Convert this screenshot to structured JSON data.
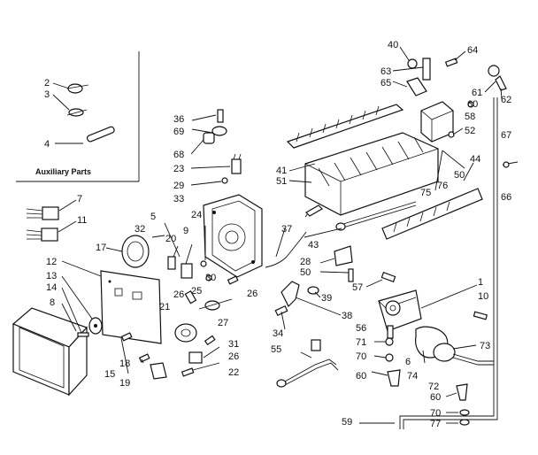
{
  "diagram": {
    "aux_label": "Auxiliary Parts",
    "callouts": {
      "n2": "2",
      "n3": "3",
      "n4": "4",
      "n7": "7",
      "n11": "11",
      "n36": "36",
      "n69": "69",
      "n68": "68",
      "n23": "23",
      "n29": "29",
      "n33": "33",
      "n41": "41",
      "n51": "51",
      "n40": "40",
      "n64": "64",
      "n63": "63",
      "n65": "65",
      "n61": "61",
      "n62": "62",
      "n60a": "60",
      "n58": "58",
      "n52": "52",
      "n67": "67",
      "n66": "66",
      "n44": "44",
      "n50a": "50",
      "n76": "76",
      "n75": "75",
      "n5": "5",
      "n32": "32",
      "n9": "9",
      "n24": "24",
      "n20": "20",
      "n17": "17",
      "n37": "37",
      "n43": "43",
      "n28": "28",
      "n50b": "50",
      "n57": "57",
      "n12": "12",
      "n13": "13",
      "n14": "14",
      "n8": "8",
      "n25": "25",
      "n30": "30",
      "n26a": "26",
      "n26b": "26",
      "n21": "21",
      "n27": "27",
      "n1": "1",
      "n10": "10",
      "n39": "39",
      "n38": "38",
      "n34": "34",
      "n55": "55",
      "n56": "56",
      "n71": "71",
      "n70a": "70",
      "n6": "6",
      "n60b": "60",
      "n74": "74",
      "n72": "72",
      "n73": "73",
      "n15": "15",
      "n18": "18",
      "n19": "19",
      "n31": "31",
      "n26c": "26",
      "n22": "22",
      "n60c": "60",
      "n70b": "70",
      "n77": "77",
      "n59": "59"
    }
  }
}
